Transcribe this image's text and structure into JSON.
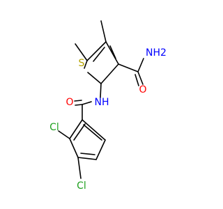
{
  "molecule": {
    "atoms": {
      "S": {
        "text": "S",
        "color": "#b5a300"
      },
      "NH": {
        "text": "NH",
        "color": "#0000ff"
      },
      "O1": {
        "text": "O",
        "color": "#ff0000"
      },
      "O2": {
        "text": "O",
        "color": "#ff0000"
      },
      "NH2": {
        "text": "NH2",
        "color": "#0000ff"
      },
      "Cl1": {
        "text": "Cl",
        "color": "#1fa01f"
      },
      "Cl2": {
        "text": "Cl",
        "color": "#1fa01f"
      }
    }
  }
}
